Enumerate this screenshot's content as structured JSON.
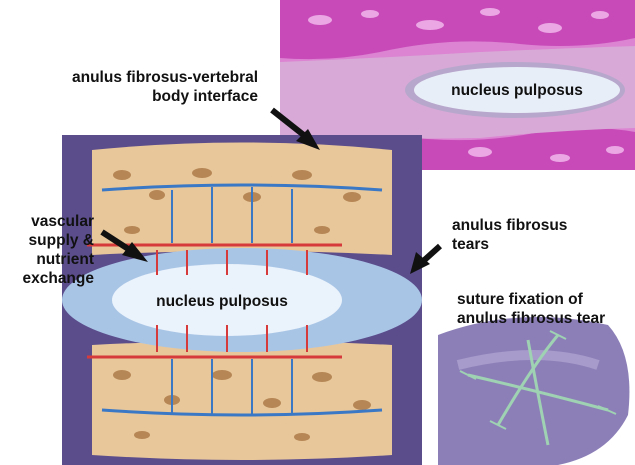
{
  "labels": {
    "interface": "anulus fibrosus-vertebral body interface",
    "interface_line1": "anulus fibrosus-vertebral",
    "interface_line2": "body interface",
    "np_histology": "nucleus pulposus",
    "np_diagram": "nucleus pulposus",
    "vascular_line1": "vascular",
    "vascular_line2": "supply &",
    "vascular_line3": "nutrient",
    "vascular_line4": "exchange",
    "tears_line1": "anulus fibrosus",
    "tears_line2": "tears",
    "suture_line1": "suture fixation of",
    "suture_line2": "anulus fibrosus tear"
  },
  "colors": {
    "histology_pink": "#d25ac4",
    "histology_bone": "#f0a6e6",
    "histology_disc": "#d8a9d6",
    "nucleus_blue": "#d6e6f5",
    "diagram_bg": "#5b4d8c",
    "bone_tan": "#e8c79a",
    "bone_pore": "#a6713f",
    "anulus_blue": "#a9c5e6",
    "artery_red": "#d63a3a",
    "vein_blue": "#3a78c6",
    "suture_purple": "#8c7fb8",
    "suture_green": "#9fd2b2",
    "arrow_black": "#111111"
  },
  "icons": [
    "arrow-icon"
  ]
}
